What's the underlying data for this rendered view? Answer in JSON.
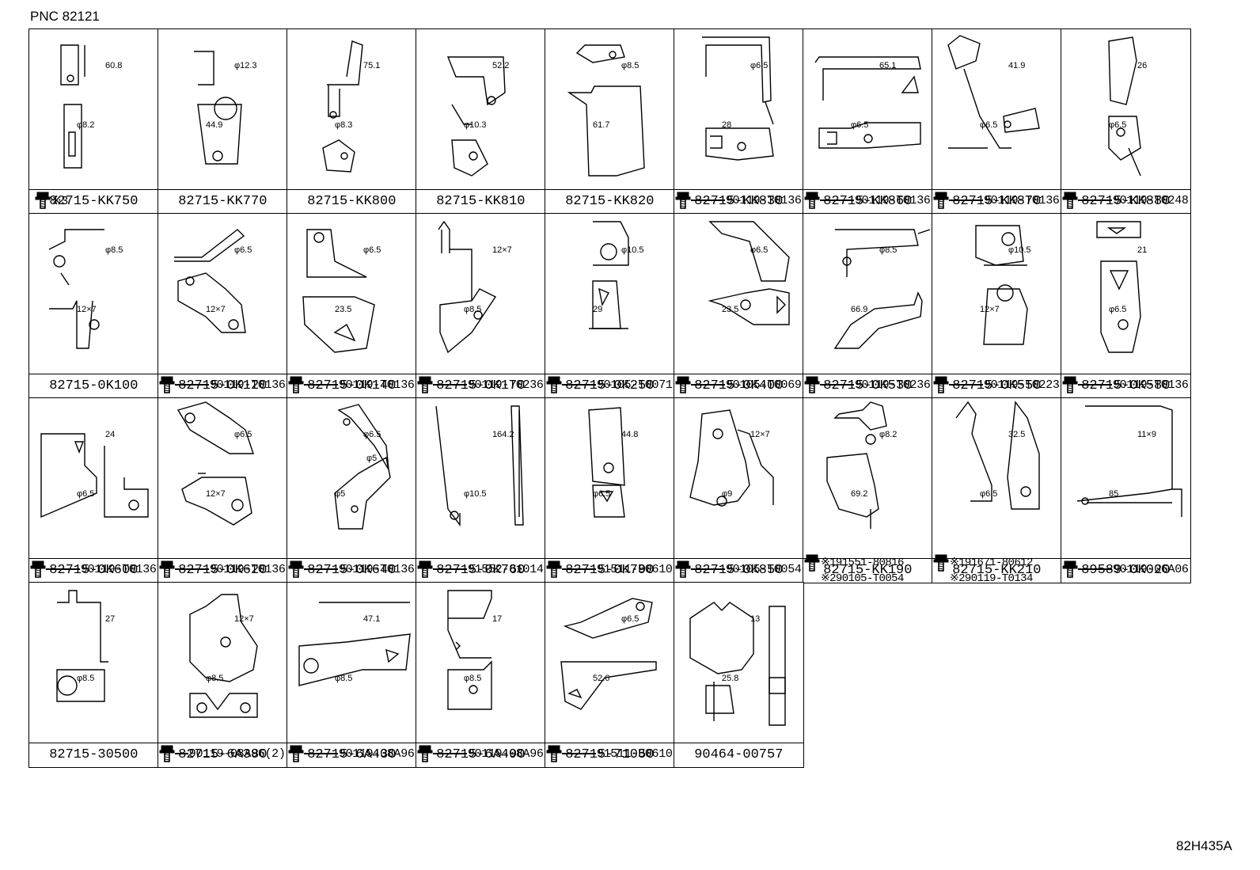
{
  "header": {
    "pnc": "PNC 82121",
    "ref": "82H435A"
  },
  "rows": [
    [
      {
        "part": "82715-KK750",
        "fasteners": [
          "※3"
        ],
        "dims": [
          "60.8",
          "φ8.2"
        ]
      },
      {
        "part": "82715-KK770",
        "fasteners": [],
        "dims": [
          "φ12.3",
          "44.9"
        ]
      },
      {
        "part": "82715-KK800",
        "fasteners": [],
        "dims": [
          "75.1",
          "φ8.3"
        ]
      },
      {
        "part": "82715-KK810",
        "fasteners": [],
        "dims": [
          "52.2",
          "φ10.3"
        ]
      },
      {
        "part": "82715-KK820",
        "fasteners": [],
        "dims": [
          "φ8.5",
          "61.7"
        ]
      },
      {
        "part": "82715-KK830",
        "fasteners": [
          "90119-T0136"
        ],
        "dims": [
          "φ6.5",
          "28"
        ]
      },
      {
        "part": "82715-KK860",
        "fasteners": [
          "90119-T0136"
        ],
        "dims": [
          "65.1",
          "φ6.5"
        ]
      },
      {
        "part": "82715-KK870",
        "fasteners": [
          "90119-T0136"
        ],
        "dims": [
          "41.9",
          "φ6.5"
        ]
      },
      {
        "part": "82715-KK880",
        "fasteners": [
          "90119-T0248"
        ],
        "dims": [
          "26",
          "φ6.5"
        ]
      }
    ],
    [
      {
        "part": "82715-0K100",
        "fasteners": [],
        "dims": [
          "φ8.5",
          "12×7"
        ]
      },
      {
        "part": "82715-0K120",
        "fasteners": [
          "90119-T0136"
        ],
        "dims": [
          "φ6.5",
          "12×7"
        ]
      },
      {
        "part": "82715-0K140",
        "fasteners": [
          "90119-T0136"
        ],
        "dims": [
          "φ6.5",
          "23.5"
        ]
      },
      {
        "part": "82715-0K170",
        "fasteners": [
          "90119-T0236"
        ],
        "dims": [
          "12×7",
          "φ8.5"
        ]
      },
      {
        "part": "82715-0K250",
        "fasteners": [
          "90105-T0071"
        ],
        "dims": [
          "φ10.5",
          "29"
        ]
      },
      {
        "part": "82715-0K400",
        "fasteners": [
          "90105-T0069"
        ],
        "dims": [
          "φ6.5",
          "23.5"
        ]
      },
      {
        "part": "82715-0K530",
        "fasteners": [
          "90119-T0236"
        ],
        "dims": [
          "φ8.5",
          "66.9"
        ]
      },
      {
        "part": "82715-0K550",
        "fasteners": [
          "90119-T0223"
        ],
        "dims": [
          "φ10.5",
          "12×7"
        ]
      },
      {
        "part": "82715-0K580",
        "fasteners": [
          "90119-T0136"
        ],
        "dims": [
          "21",
          "φ6.5"
        ]
      }
    ],
    [
      {
        "part": "82715-0K600",
        "fasteners": [
          "90119-T0136"
        ],
        "dims": [
          "24",
          "φ6.5"
        ]
      },
      {
        "part": "82715-0K620",
        "fasteners": [
          "90119-T0136"
        ],
        "dims": [
          "φ6.5",
          "12×7"
        ]
      },
      {
        "part": "82715-0K640",
        "fasteners": [
          "90119-T0136"
        ],
        "dims": [
          "φ6.5",
          "φ5",
          "φ5"
        ]
      },
      {
        "part": "82715-0K760",
        "fasteners": [
          "91552-81014"
        ],
        "dims": [
          "164.2",
          "φ10.5"
        ]
      },
      {
        "part": "82715-0K790",
        "fasteners": [
          "91511-B0610"
        ],
        "dims": [
          "44.8",
          "φ6.5"
        ]
      },
      {
        "part": "82715-0K850",
        "fasteners": [
          "90105-T0054"
        ],
        "dims": [
          "12×7",
          "φ9"
        ]
      },
      {
        "part": "82715-KK190",
        "fasteners": [
          "※191551-80816",
          "※290105-T0054"
        ],
        "dims": [
          "φ8.2",
          "69.2"
        ]
      },
      {
        "part": "82715-KK210",
        "fasteners": [
          "※191671-80612",
          "※290119-T0134"
        ],
        "dims": [
          "32.5",
          "φ6.5"
        ]
      },
      {
        "part": "89589-0K020",
        "fasteners": [
          "90119-06A06"
        ],
        "dims": [
          "11×9",
          "85"
        ]
      }
    ],
    [
      {
        "part": "82715-30500",
        "fasteners": [],
        "dims": [
          "27",
          "φ8.5"
        ]
      },
      {
        "part": "82715-6A380",
        "fasteners": [
          "90119-08A96(2)"
        ],
        "dims": [
          "12×7",
          "φ8.5"
        ]
      },
      {
        "part": "82715-6A430",
        "fasteners": [
          "90119-08A96"
        ],
        "dims": [
          "47.1",
          "φ8.5"
        ]
      },
      {
        "part": "82715-6A490",
        "fasteners": [
          "90119-08A96"
        ],
        "dims": [
          "17",
          "φ8.5"
        ]
      },
      {
        "part": "82715-71050",
        "fasteners": [
          "91511-B0610"
        ],
        "dims": [
          "φ6.5",
          "52.6"
        ]
      },
      {
        "part": "90464-00757",
        "fasteners": [],
        "dims": [
          "13",
          "25.8"
        ]
      }
    ]
  ]
}
